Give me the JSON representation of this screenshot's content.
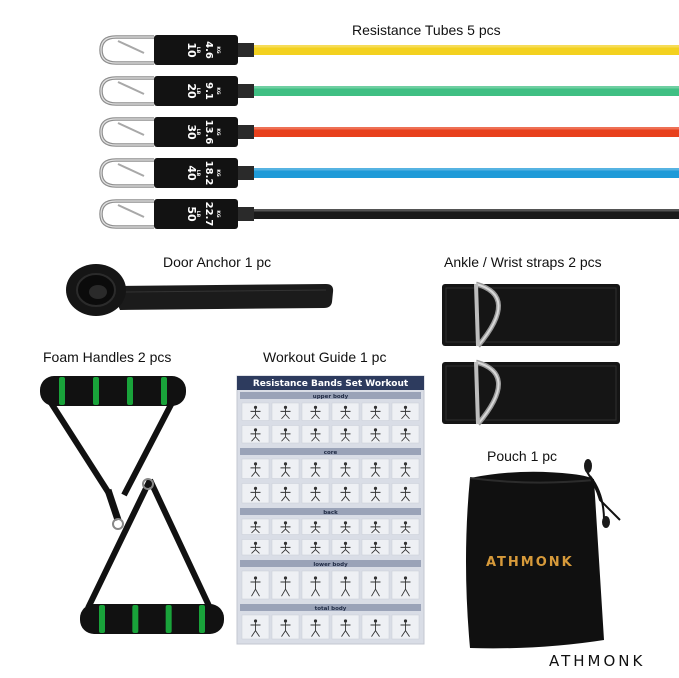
{
  "labels": {
    "tubes": "Resistance Tubes 5 pcs",
    "door_anchor": "Door Anchor 1 pc",
    "ankle_straps": "Ankle / Wrist straps 2 pcs",
    "foam_handles": "Foam Handles 2 pcs",
    "workout_guide": "Workout Guide 1 pc",
    "pouch": "Pouch 1 pc"
  },
  "tubes": [
    {
      "lb": "10",
      "kg": "4.6",
      "unit_lb": "LB",
      "unit_kg": "KG",
      "color": "#f3d11f"
    },
    {
      "lb": "20",
      "kg": "9.1",
      "unit_lb": "LB",
      "unit_kg": "KG",
      "color": "#3fbf83"
    },
    {
      "lb": "30",
      "kg": "13.6",
      "unit_lb": "LB",
      "unit_kg": "KG",
      "color": "#e8401c"
    },
    {
      "lb": "40",
      "kg": "18.2",
      "unit_lb": "LB",
      "unit_kg": "KG",
      "color": "#1e9ad8"
    },
    {
      "lb": "50",
      "kg": "22.7",
      "unit_lb": "LB",
      "unit_kg": "KG",
      "color": "#1a1a1a"
    }
  ],
  "poster": {
    "title": "Resistance Bands Set Workout",
    "sections": [
      "upper body",
      "core",
      "back",
      "lower body",
      "total body"
    ]
  },
  "pouch_brand": "ATHMONK",
  "footer_brand": "ATHMONK",
  "colors": {
    "handle_grip": "#111111",
    "handle_ring": "#19a33a",
    "pouch_brand": "#d79a3a",
    "poster_bg": "#d9dde6",
    "poster_header": "#2d3b5e"
  }
}
